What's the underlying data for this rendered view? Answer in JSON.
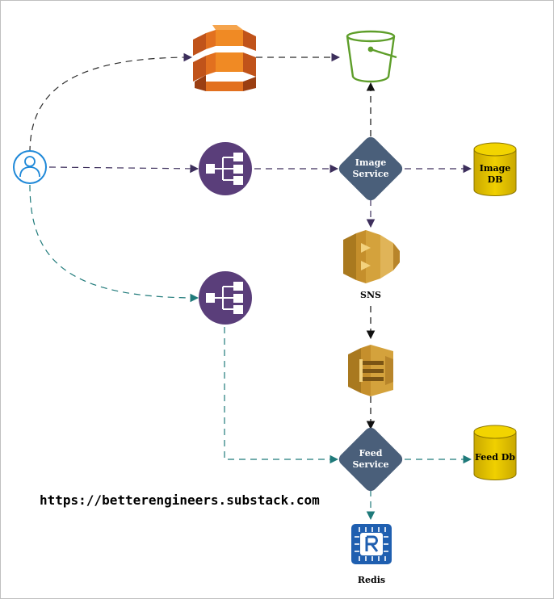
{
  "nodes": {
    "image_service": {
      "line1": "Image",
      "line2": "Service"
    },
    "image_db": {
      "line1": "Image",
      "line2": "DB"
    },
    "sns": {
      "label": "SNS"
    },
    "feed_service": {
      "line1": "Feed",
      "line2": "Service"
    },
    "feed_db": {
      "label": "Feed Db"
    },
    "redis": {
      "label": "Redis"
    }
  },
  "footer": {
    "url": "https://betterengineers.substack.com"
  },
  "colors": {
    "arrow_purple": "#3d2f5c",
    "arrow_teal": "#1f7a7a",
    "arrow_black": "#111111",
    "lb_purple": "#5a3e7a",
    "service_diamond": "#4a5f7a",
    "db_yellow": "#e8c500",
    "aws_orange": "#f08a24",
    "aws_gold": "#d4a23c",
    "s3_green": "#5e9e2a",
    "user_blue": "#1e88d8",
    "redis_blue": "#1f5fb0"
  }
}
